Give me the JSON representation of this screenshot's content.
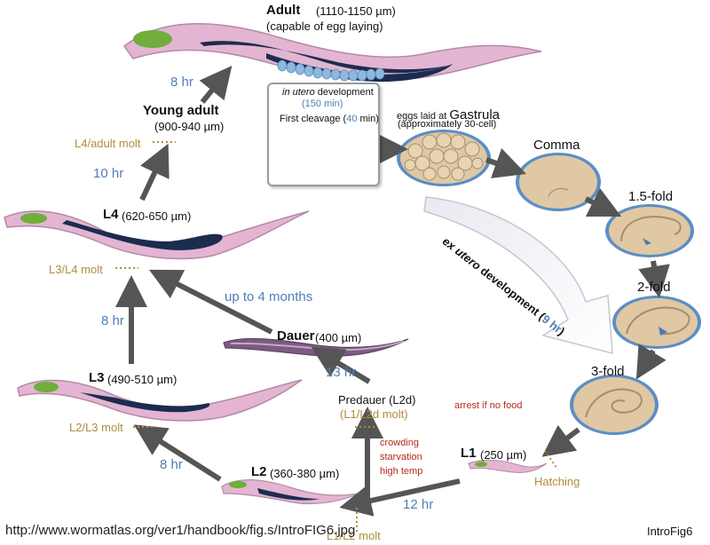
{
  "stages": {
    "adult": {
      "name": "Adult",
      "size": "(1110-1150 µm)",
      "note": "(capable of egg laying)"
    },
    "young_adult": {
      "name": "Young adult",
      "size": "(900-940 µm)"
    },
    "l4": {
      "name": "L4",
      "size": "(620-650 µm)"
    },
    "l3": {
      "name": "L3",
      "size": "(490-510 µm)"
    },
    "l2": {
      "name": "L2",
      "size": "(360-380 µm)"
    },
    "l1": {
      "name": "L1",
      "size": "(250 µm)"
    },
    "dauer": {
      "name": "Dauer",
      "size": "(400 µm)"
    },
    "predauer": {
      "name": "Predauer (L2d)",
      "molt": "(L1/L2d molt)"
    }
  },
  "molts": {
    "l4_adult": "L4/adult molt",
    "l3_l4": "L3/L4 molt",
    "l2_l3": "L2/L3 molt",
    "l1_l2": "L1/L2 molt",
    "hatching": "Hatching"
  },
  "durations": {
    "young_to_adult": "8 hr",
    "l4_to_young": "10 hr",
    "l3_to_l4": "8 hr",
    "l2_to_l3": "8 hr",
    "l1_to_l2": "12 hr",
    "predauer_to_dauer": "13 hr",
    "dauer_to_l4": "up to 4 months"
  },
  "in_utero": {
    "title_italic": "in utero",
    "title_rest": " development",
    "time": "(150 min)",
    "cleavage_label": "First cleavage (",
    "cleavage_time": "40",
    "cleavage_unit": " min)"
  },
  "embryo": {
    "eggs_laid": "eggs laid at",
    "gastrula": "Gastrula",
    "gastrula_note": "(approximately 30-cell)",
    "comma": "Comma",
    "fold_1_5": "1.5-fold",
    "fold_2": "2-fold",
    "fold_3": "3-fold",
    "ex_utero_italic": "ex utero",
    "ex_utero_rest": " development (",
    "ex_utero_time": "9 hr",
    "ex_utero_close": ")"
  },
  "dauer_triggers": [
    "crowding",
    "starvation",
    "high temp"
  ],
  "arrest": "arrest if no food",
  "source_url": "http://www.wormatlas.org/ver1/handbook/fig.s/IntroFIG6.jpg",
  "figure_id": "IntroFig6",
  "colors": {
    "worm_body": "#e3b5d2",
    "worm_outline": "#b589a6",
    "pharynx": "#6fae3b",
    "gut": "#1c2c4e",
    "egg": "#d8c3a4",
    "egg_rim": "#5b8ec4",
    "embryo_egg": "#e0c8a4",
    "arrow": "#555555",
    "duration_text": "#4f7fb5",
    "molt_text": "#b08d3c",
    "trigger_text": "#b52a1a"
  }
}
